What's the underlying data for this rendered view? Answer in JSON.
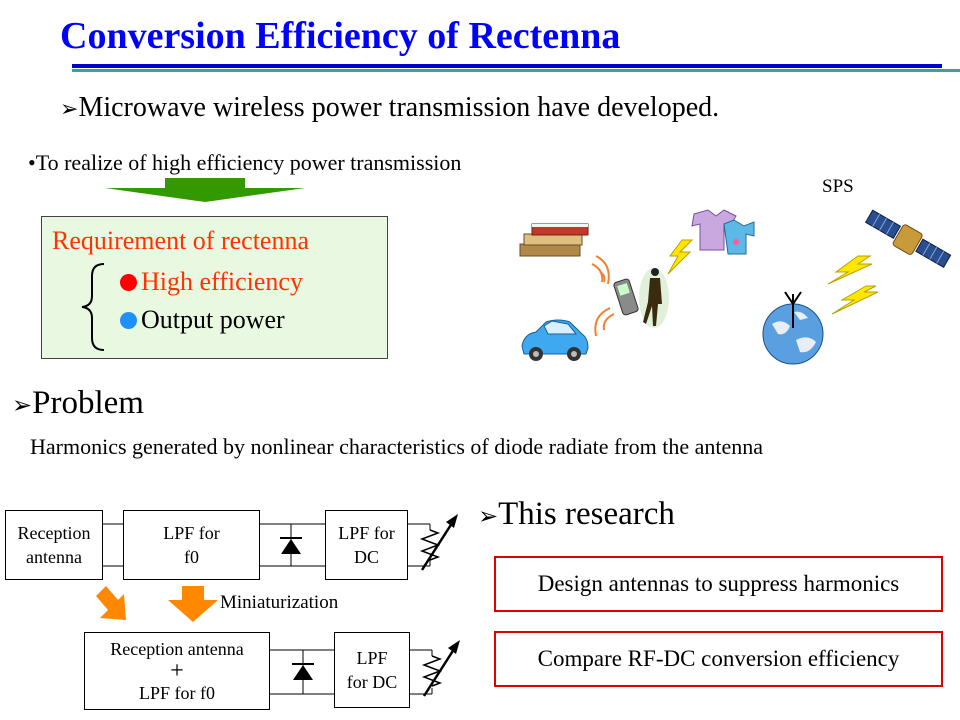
{
  "slide": {
    "title": "Conversion Efficiency of Rectenna",
    "bullet1": "Microwave wireless power transmission have developed.",
    "sub1": "•To realize of high efficiency power transmission",
    "requirement": {
      "title": "Requirement of rectenna",
      "item1": "High efficiency",
      "item2": "Output power"
    },
    "sps_label": "SPS",
    "problem": {
      "heading": "Problem",
      "text": "Harmonics generated by nonlinear characteristics of diode radiate from the antenna"
    },
    "circuit_top": {
      "block1": "Reception antenna",
      "block2_line1": "LPF for",
      "block2_line2": "f0",
      "block3_line1": "LPF for",
      "block3_line2": "DC"
    },
    "miniaturization": "Miniaturization",
    "circuit_bottom": {
      "block1_line1": "Reception antenna",
      "block1_plus": "+",
      "block1_line2": "LPF for f0",
      "block2_line1": "LPF",
      "block2_line2": "for DC"
    },
    "research": {
      "heading": "This research",
      "item1": "Design antennas to suppress harmonics",
      "item2": "Compare RF-DC conversion efficiency"
    },
    "bullet_glyph": "➢",
    "colors": {
      "title": "#0000ff",
      "req_title": "#ff3300",
      "red_dot": "#ff0000",
      "blue_dot": "#1e90ff",
      "box_border": "#e00000",
      "arrow_green": "#339900",
      "arrow_orange": "#ff8800"
    },
    "icons": [
      "books-icon",
      "clothes-icon",
      "car-icon",
      "mobile-phone-icon",
      "person-icon",
      "lightning-icon",
      "satellite-icon",
      "globe-antenna-icon",
      "diode-icon",
      "variable-resistor-icon"
    ]
  }
}
